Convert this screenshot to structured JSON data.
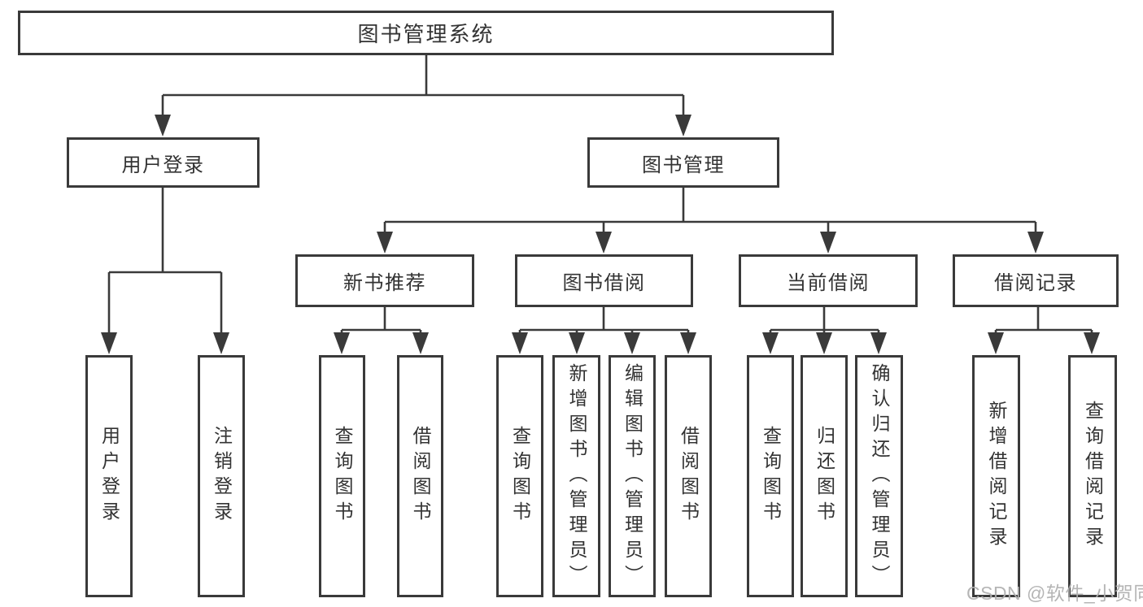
{
  "diagram": {
    "root": {
      "label": "图书管理系统"
    },
    "level2": [
      {
        "id": "user-login",
        "label": "用户登录"
      },
      {
        "id": "book-management",
        "label": "图书管理"
      }
    ],
    "level3": [
      {
        "id": "new-book-recommend",
        "label": "新书推荐",
        "parent": "图书管理"
      },
      {
        "id": "book-borrowing",
        "label": "图书借阅",
        "parent": "图书管理"
      },
      {
        "id": "current-borrowing",
        "label": "当前借阅",
        "parent": "图书管理"
      },
      {
        "id": "borrowing-records",
        "label": "借阅记录",
        "parent": "图书管理"
      }
    ],
    "leaves": [
      {
        "id": "user-login-action",
        "label": "用户登录",
        "parent": "用户登录"
      },
      {
        "id": "logout-action",
        "label": "注销登录",
        "parent": "用户登录"
      },
      {
        "id": "search-books-recommend",
        "label": "查询图书",
        "parent": "新书推荐"
      },
      {
        "id": "borrow-books-recommend",
        "label": "借阅图书",
        "parent": "新书推荐"
      },
      {
        "id": "search-books-borrow",
        "label": "查询图书",
        "parent": "图书借阅"
      },
      {
        "id": "add-books-admin",
        "label": "新增图书（管理员）",
        "parent": "图书借阅"
      },
      {
        "id": "edit-books-admin",
        "label": "编辑图书（管理员）",
        "parent": "图书借阅"
      },
      {
        "id": "borrow-books",
        "label": "借阅图书",
        "parent": "图书借阅"
      },
      {
        "id": "search-books-current",
        "label": "查询图书",
        "parent": "当前借阅"
      },
      {
        "id": "return-books",
        "label": "归还图书",
        "parent": "当前借阅"
      },
      {
        "id": "confirm-return-admin",
        "label": "确认归还（管理员）",
        "parent": "当前借阅"
      },
      {
        "id": "add-borrow-record",
        "label": "新增借阅记录",
        "parent": "借阅记录"
      },
      {
        "id": "search-borrow-record",
        "label": "查询借阅记录",
        "parent": "借阅记录"
      }
    ],
    "colors": {
      "line": "#3a3a3a",
      "text": "#333333",
      "box_background": "#ffffff"
    }
  },
  "watermark": {
    "text": "CSDN @软件_小贺同学",
    "color": "#afafaf"
  }
}
